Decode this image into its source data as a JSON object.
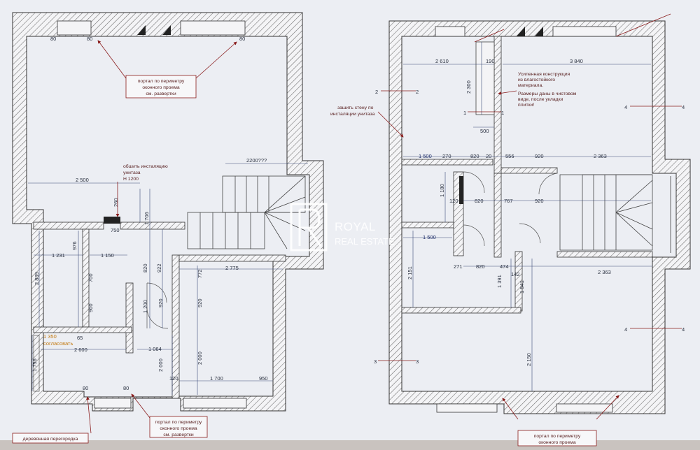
{
  "ground_floor": {
    "notes": {
      "portal_top": [
        "портал по периметру",
        "оконного проема",
        "см. развертки"
      ],
      "toilet": [
        "обшить инсталяцию",
        "унитаза",
        "Н 1200"
      ],
      "portal_bottom": [
        "портал по периметру",
        "оконного проема",
        "см. развертки"
      ],
      "partition": "деревянная перегородка",
      "agree": "согласовать",
      "question": "2200???"
    },
    "dims": [
      "2 500",
      "750",
      "260",
      "1 706",
      "976",
      "1 231",
      "1 150",
      "2 839",
      "700",
      "820",
      "922",
      "772",
      "2 775",
      "920",
      "900",
      "1 200",
      "920",
      "1 350",
      "65",
      "2 600",
      "1 064",
      "2 000",
      "1 756",
      "2 000",
      "120",
      "1 700",
      "950"
    ],
    "marks": [
      "80",
      "80",
      "80",
      "80",
      "80"
    ]
  },
  "upper_floor": {
    "notes": {
      "reinforced": [
        "Усиленная конструкция",
        "из влагостойкого",
        "материала.",
        "Размеры даны в чистовом",
        "виде, после укладки",
        "плитки!"
      ],
      "sew_wall": [
        "зашить стену по",
        "инсталяции унитаза"
      ],
      "portal_bottom": [
        "портал по периметру",
        "оконного проема"
      ]
    },
    "dims": [
      "2 610",
      "190",
      "3 840",
      "2 300",
      "500",
      "1 500",
      "270",
      "820",
      "20",
      "556",
      "920",
      "2 363",
      "1 180",
      "120",
      "820",
      "767",
      "920",
      "1 500",
      "2 151",
      "271",
      "820",
      "474",
      "142",
      "2 363",
      "1 391",
      "1 541",
      "2 150"
    ],
    "section_labels": [
      "1",
      "1",
      "2",
      "2",
      "3",
      "3",
      "4",
      "4",
      "4",
      "4"
    ]
  },
  "watermark": {
    "line1": "ROYAL",
    "line2": "REAL ESTATE"
  },
  "colors": {
    "wall_hatch": "#5a5a5a",
    "leader": "#8a1c1c",
    "dim_line": "#3b4b7a"
  }
}
